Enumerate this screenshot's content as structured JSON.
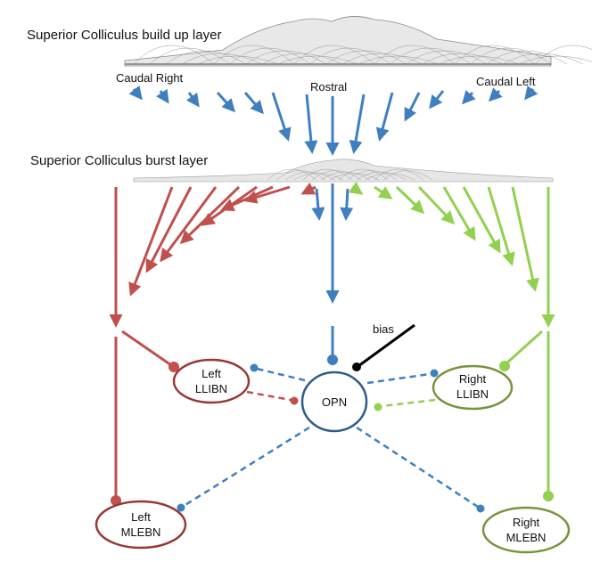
{
  "titles": {
    "buildup_layer": "Superior Colliculus build up layer",
    "burst_layer": "Superior Colliculus burst layer"
  },
  "direction_labels": {
    "caudal_right": "Caudal Right",
    "rostral": "Rostral",
    "caudal_left": "Caudal Left"
  },
  "bias_label": "bias",
  "nodes": {
    "opn": "OPN",
    "left_llibn": {
      "line1": "Left",
      "line2": "LLIBN"
    },
    "right_llibn": {
      "line1": "Right",
      "line2": "LLIBN"
    },
    "left_mlebn": {
      "line1": "Left",
      "line2": "MLEBN"
    },
    "right_mlebn": {
      "line1": "Right",
      "line2": "MLEBN"
    }
  },
  "colors": {
    "blue": "#3f7fbf",
    "red": "#c0504d",
    "green": "#92d050",
    "dark_green": "#77933c",
    "dark_red": "#953735",
    "opn_stroke": "#2f5b8a",
    "bias_line": "#000000"
  }
}
